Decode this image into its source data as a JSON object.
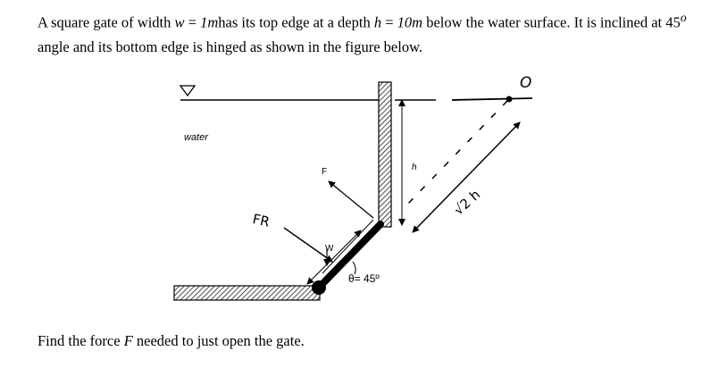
{
  "problem": {
    "p1": "A square gate of width ",
    "w_var": "w",
    "eq1": " = ",
    "w_val": "1m",
    "p2": "has its top edge at a depth ",
    "h_var": "h",
    "eq2": " = ",
    "h_val": "10m",
    "p3": " below the water surface. It is inclined at 45",
    "deg": "o",
    "p4": " angle and its bottom edge is hinged as shown in the figure below."
  },
  "figure": {
    "water_label": "water",
    "force_label": "F",
    "h_label": "h",
    "weight_label": "W",
    "angle_label": "θ= 45º",
    "hand_fr": "FR",
    "hand_o": "O",
    "hand_sqrt": "√2 h"
  },
  "question": {
    "q1": "Find the force ",
    "f_var": "F",
    "q2": " needed to just open the gate."
  }
}
